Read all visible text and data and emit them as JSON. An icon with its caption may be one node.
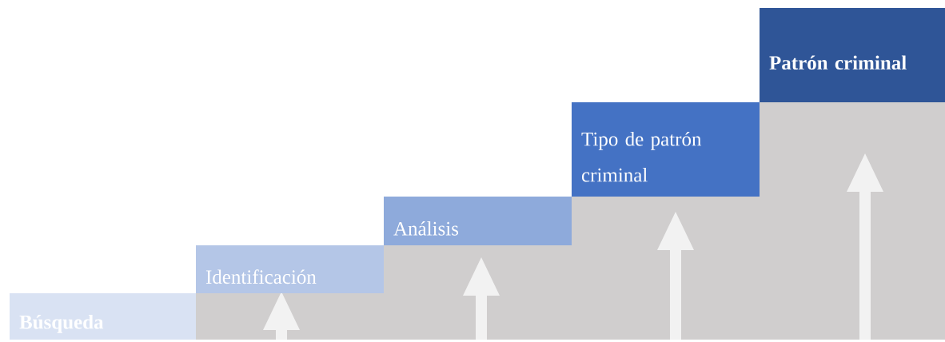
{
  "diagram": {
    "nodes": [
      {
        "text": [
          "Búsqueda"
        ]
      },
      {
        "text": [
          "Identificación"
        ]
      },
      {
        "text": [
          "Análisis"
        ]
      },
      {
        "text": [
          "Tipo de patrón criminal"
        ]
      },
      {
        "text": [
          "Patrón criminal"
        ]
      }
    ]
  }
}
